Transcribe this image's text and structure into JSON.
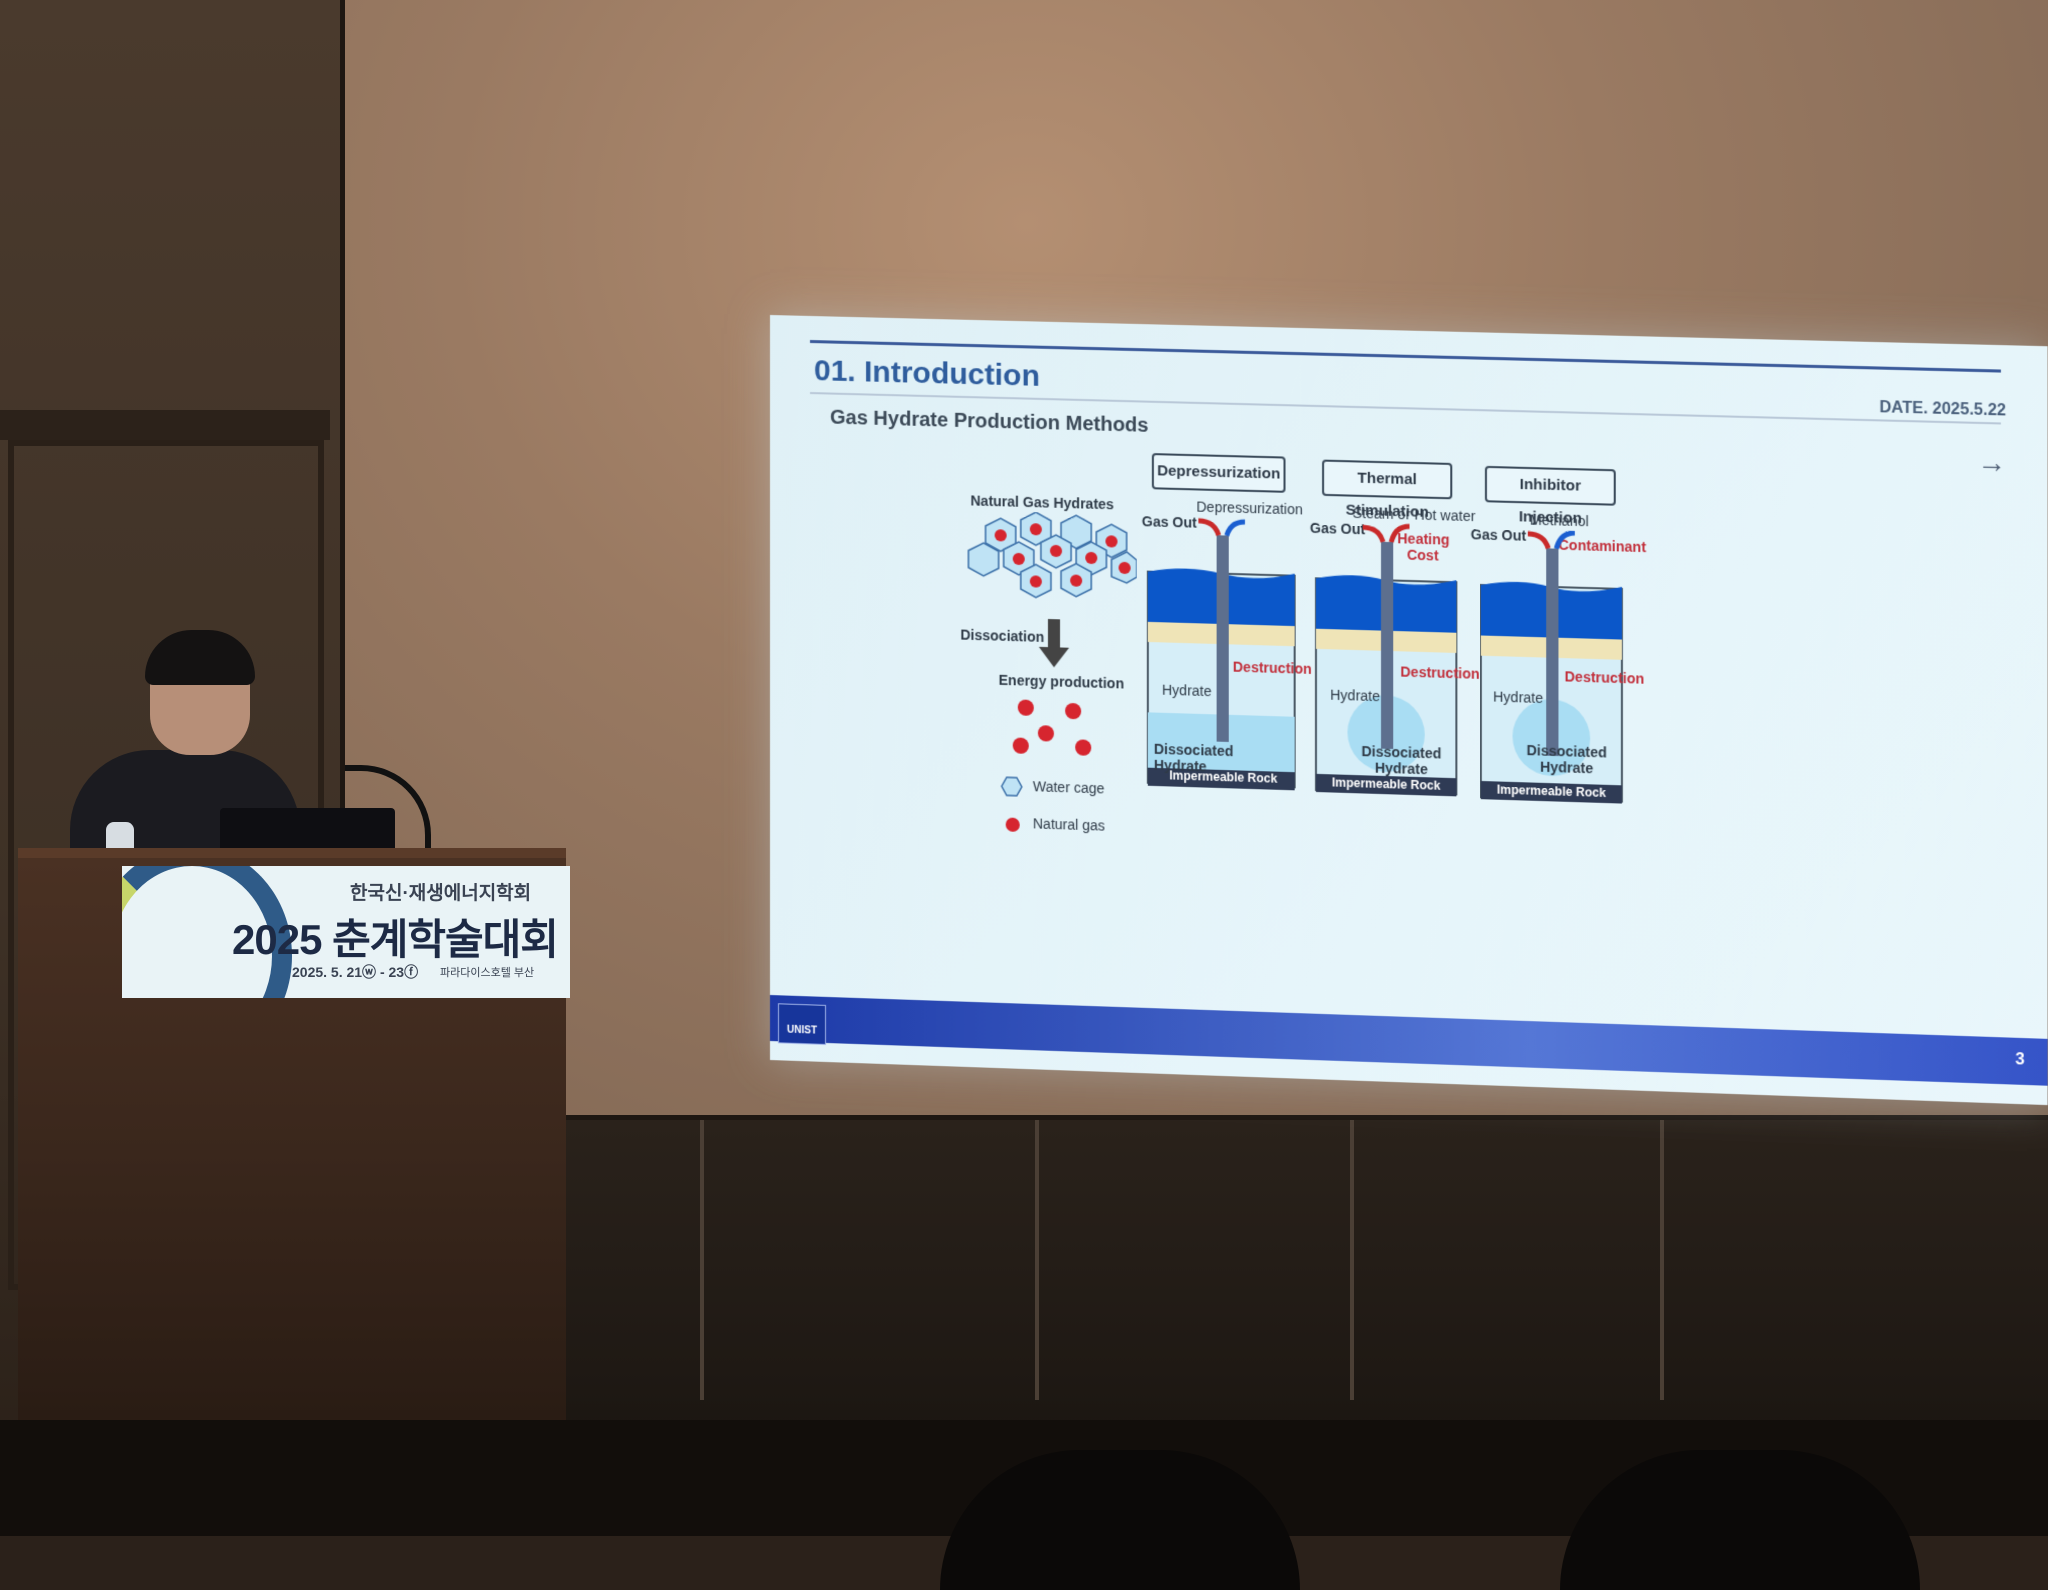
{
  "slide": {
    "title": "01. Introduction",
    "date": "DATE. 2025.5.22",
    "subtitle": "Gas Hydrate Production Methods",
    "page": "3",
    "logo": "UNIST",
    "left_diagram": {
      "heading": "Natural Gas Hydrates",
      "dissociation": "Dissociation",
      "energy": "Energy production",
      "legend_cage": "Water cage",
      "legend_gas": "Natural gas"
    },
    "methods": [
      {
        "name": "Depressurization",
        "top_label": "Depressurization",
        "gas_out": "Gas Out",
        "destruction": "Destruction",
        "hydrate": "Hydrate",
        "dissociated": "Dissociated Hydrate",
        "rock": "Impermeable Rock"
      },
      {
        "name": "Thermal Stimulation",
        "top_label": "Steam or Hot water",
        "gas_out": "Gas Out",
        "extra": "Heating Cost",
        "destruction": "Destruction",
        "hydrate": "Hydrate",
        "dissociated": "Dissociated Hydrate",
        "rock": "Impermeable Rock"
      },
      {
        "name": "Inhibitor Injection",
        "top_label": "Methanol",
        "gas_out": "Gas Out",
        "extra": "Contaminant",
        "destruction": "Destruction",
        "hydrate": "Hydrate",
        "dissociated": "Dissociated Hydrate",
        "rock": "Impermeable Rock"
      }
    ]
  },
  "banner": {
    "society": "한국신·재생에너지학회",
    "title": "2025 춘계학술대회",
    "date": "2025. 5. 21ⓦ - 23ⓕ",
    "venue": "파라다이스호텔 부산"
  },
  "colors": {
    "slide_title": "#2f5d9d",
    "footer": "#3554c8",
    "water": "#0b57c9",
    "red_label": "#c2303c"
  }
}
